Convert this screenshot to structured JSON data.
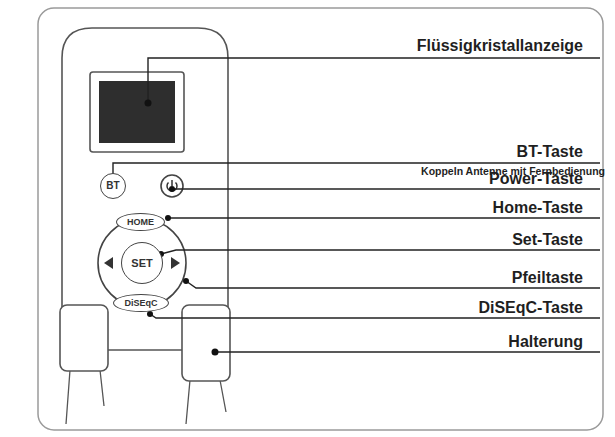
{
  "diagram": {
    "nodes": [
      {
        "text": [
          "BT"
        ]
      },
      {
        "text": [
          "HOME"
        ]
      },
      {
        "text": [
          "SET"
        ]
      },
      {
        "text": [
          "DiSEqC"
        ]
      }
    ],
    "labels": [
      "Flüssigkristallanzeige",
      "BT-Taste",
      "Koppeln Antenne mit Fernbedienung",
      "Power-Taste",
      "Home-Taste",
      "Set-Taste",
      "Pfeiltaste",
      "DiSEqC-Taste",
      "Halterung"
    ]
  }
}
